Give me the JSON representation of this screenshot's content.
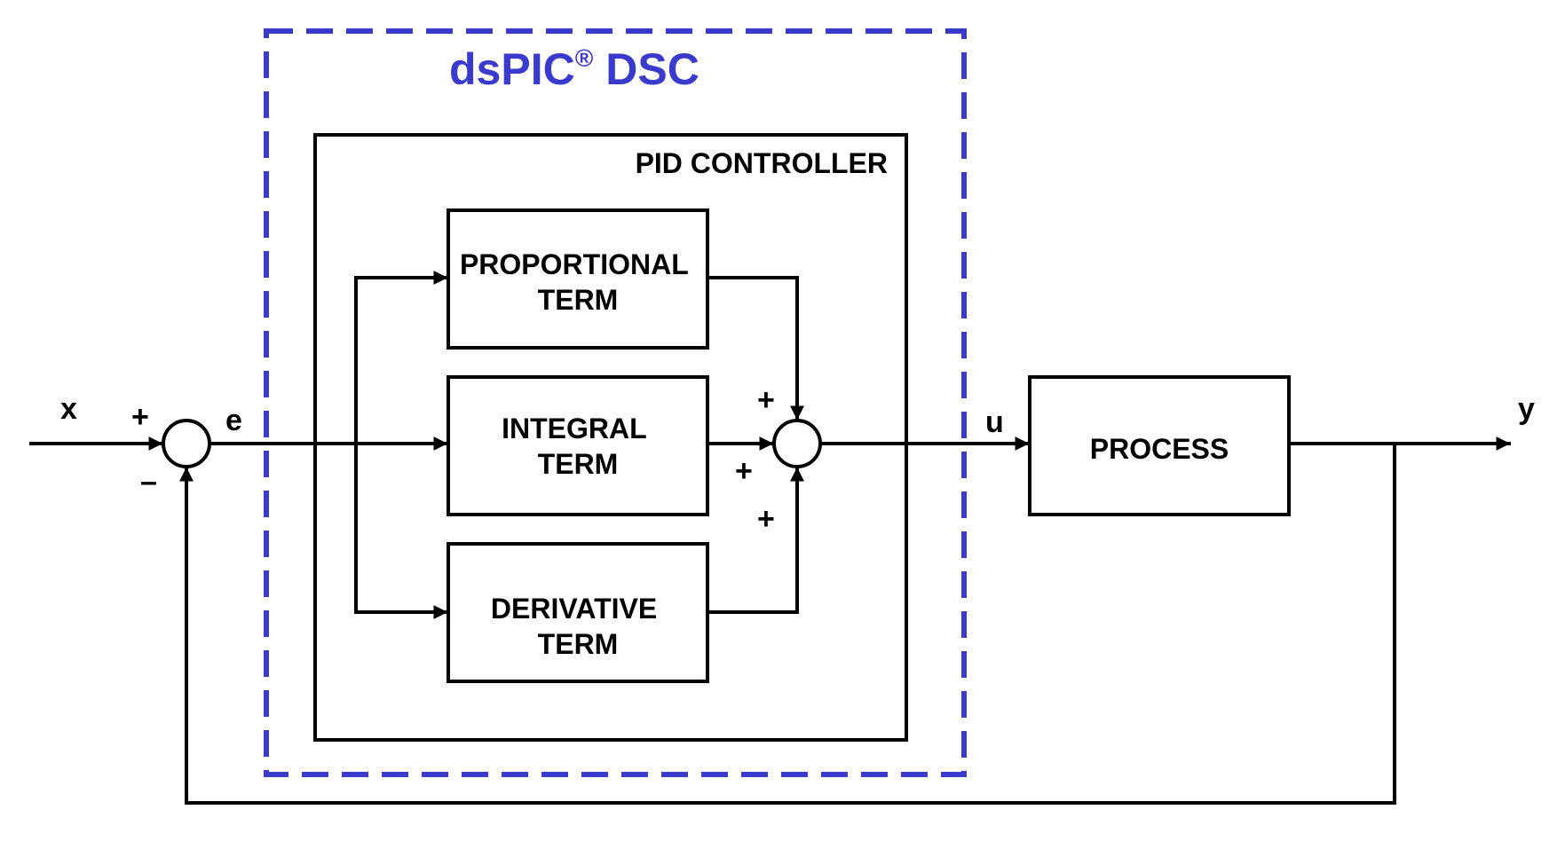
{
  "dsc_title": "dsPIC",
  "dsc_title_mark": "®",
  "dsc_title_suffix": " DSC",
  "title_color": "#3a3acc",
  "pid_controller_label": "PID CONTROLLER",
  "blocks": {
    "proportional": [
      "PROPORTIONAL",
      "TERM"
    ],
    "integral": [
      "INTEGRAL",
      "TERM"
    ],
    "derivative": [
      "DERIVATIVE",
      "TERM"
    ],
    "process": "PROCESS"
  },
  "signals": {
    "input": "x",
    "error": "e",
    "control": "u",
    "output": "y"
  },
  "signs": {
    "setpoint_plus": "+",
    "feedback_minus": "–",
    "p_plus": "+",
    "i_plus": "+",
    "d_plus": "+"
  }
}
